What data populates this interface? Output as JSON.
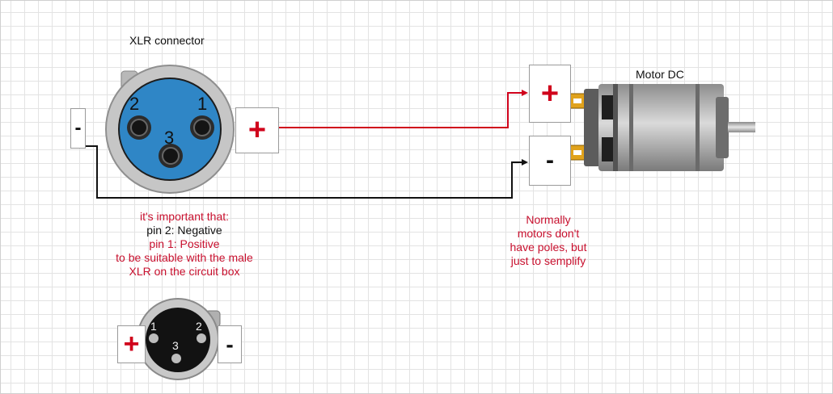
{
  "female_xlr": {
    "title": "XLR connector",
    "pin_labels": [
      "2",
      "1",
      "3"
    ],
    "minus_label": "-",
    "plus_label": "+"
  },
  "motor": {
    "title": "Motor DC",
    "plus_label": "+",
    "minus_label": "-"
  },
  "note_left": {
    "line1": "it's important that:",
    "line2": "pin 2: Negative",
    "line3": "pin 1: Positive",
    "line4": "to be suitable with the male",
    "line5": "XLR on the circuit box"
  },
  "note_right": {
    "line1": "Normally",
    "line2": "motors don't",
    "line3": "have poles, but",
    "line4": "just to semplify"
  },
  "male_xlr": {
    "pin_labels": [
      "1",
      "2",
      "3"
    ],
    "plus_label": "+",
    "minus_label": "-"
  },
  "colors": {
    "positive_wire": "#d0021b",
    "negative_wire": "#000000",
    "xlr_blue": "#2f86c6",
    "note_text": "#c8102e"
  }
}
